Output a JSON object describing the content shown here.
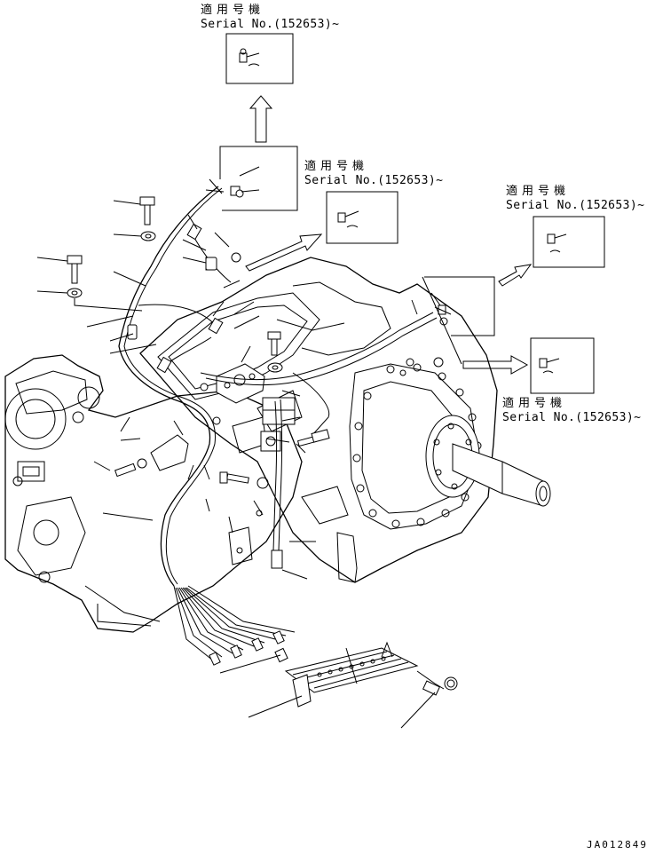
{
  "callouts": [
    {
      "jp": "適用号機",
      "serial": "Serial No.(152653)~"
    },
    {
      "jp": "適用号機",
      "serial": "Serial No.(152653)~"
    },
    {
      "jp": "適用号機",
      "serial": "Serial No.(152653)~"
    },
    {
      "jp": "適用号機",
      "serial": "Serial No.(152653)~"
    }
  ],
  "drawing_code": "JA012849",
  "colors": {
    "line": "#000000",
    "background": "#ffffff"
  },
  "icons": [
    "up-arrow-icon",
    "right-arrow-icon",
    "sensor-icon",
    "bolt-icon",
    "washer-icon",
    "connector-icon"
  ]
}
